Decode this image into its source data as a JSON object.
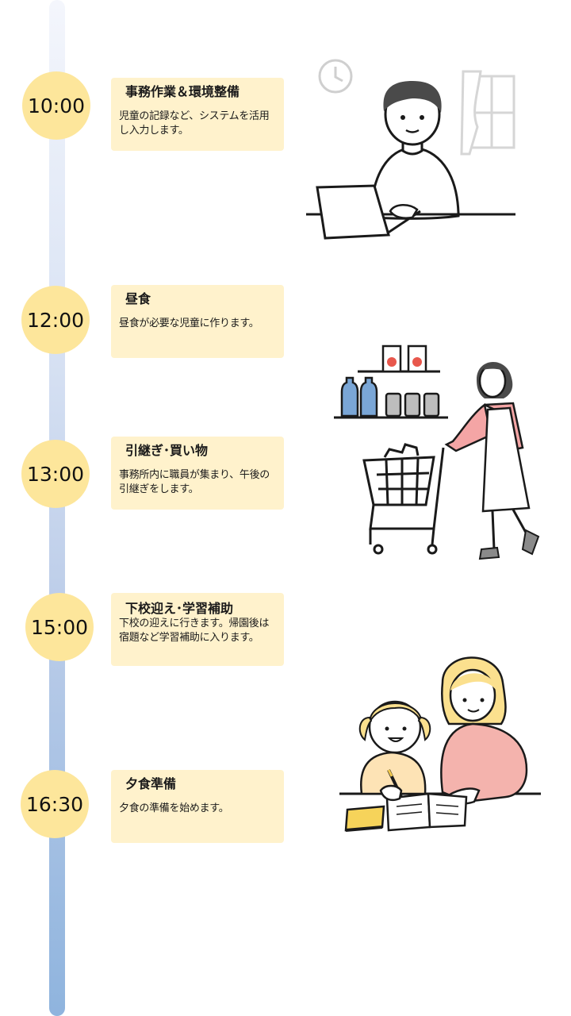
{
  "schedule": [
    {
      "time": "10:00",
      "title": "事務作業＆環境整備",
      "desc": "児童の記録など、システムを活用し入力します。"
    },
    {
      "time": "12:00",
      "title": "昼食",
      "desc": "昼食が必要な児童に作ります。"
    },
    {
      "time": "13:00",
      "title": "引継ぎ･買い物",
      "desc": "事務所内に職員が集まり、午後の引継ぎをします。"
    },
    {
      "time": "15:00",
      "title": "下校迎え･学習補助",
      "desc": "下校の迎えに行きます。帰園後は宿題など学習補助に入ります。"
    },
    {
      "time": "16:30",
      "title": "夕食準備",
      "desc": "夕食の準備を始めます。"
    }
  ],
  "colors": {
    "circle": "#fde69b",
    "card": "#fff2cc",
    "rail_top": "#f4f6fc",
    "rail_bottom": "#8fb4de"
  },
  "illustrations": [
    "man-with-laptop",
    "woman-shopping-cart",
    "mother-tutoring-child"
  ]
}
